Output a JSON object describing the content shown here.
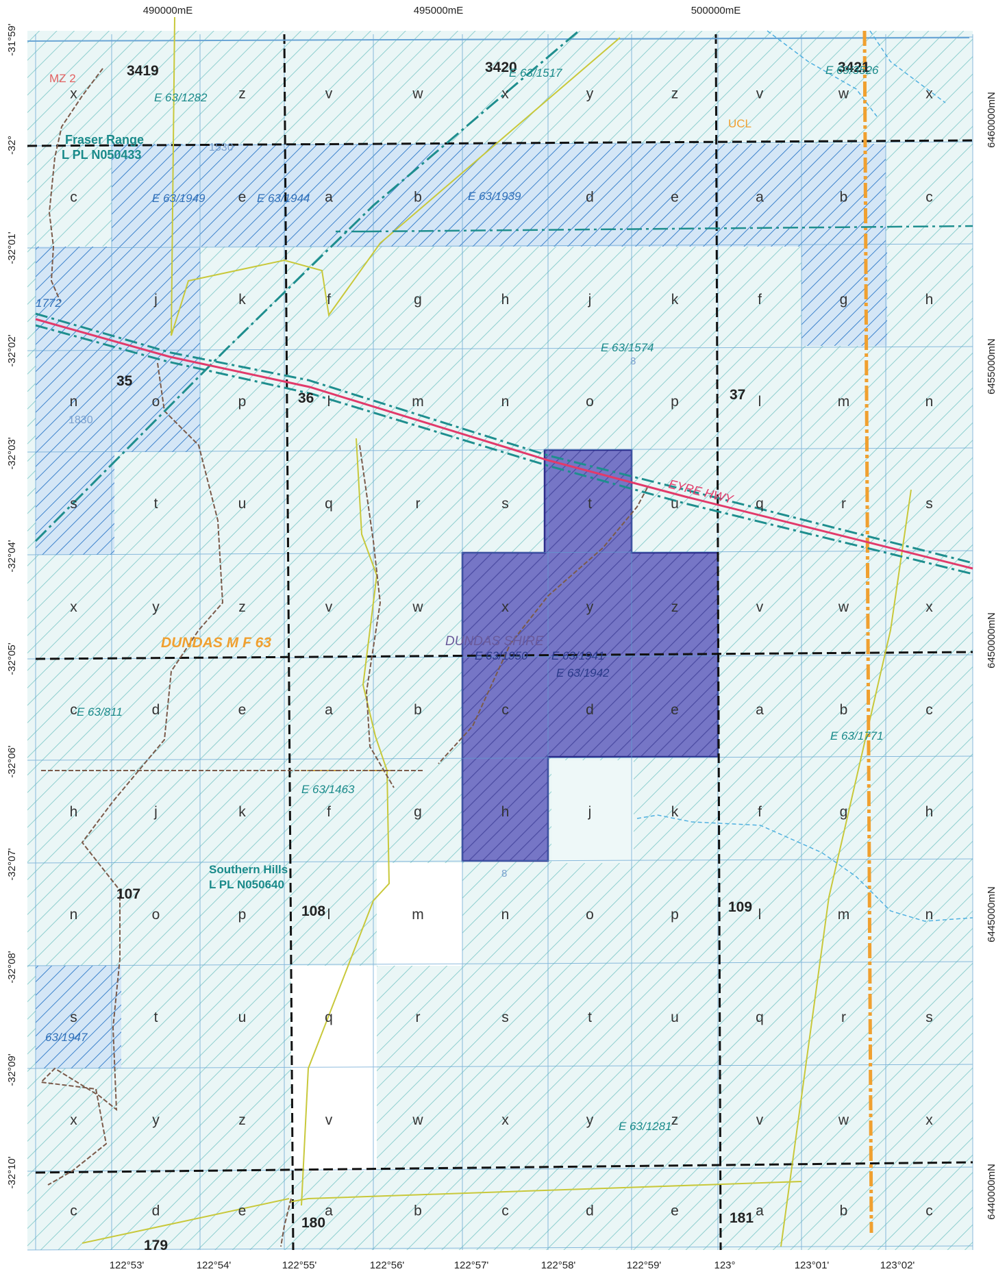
{
  "map": {
    "top_easting_labels": [
      "490000mE",
      "495000mE",
      "500000mE"
    ],
    "right_northing_labels": [
      "6460000mN",
      "6455000mN",
      "6450000mN",
      "6445000mN",
      "6440000mN"
    ],
    "left_latitude_labels": [
      "-31°59'",
      "-32°",
      "-32°01'",
      "-32°02'",
      "-32°03'",
      "-32°04'",
      "-32°05'",
      "-32°06'",
      "-32°07'",
      "-32°08'",
      "-32°09'",
      "-32°10'"
    ],
    "bottom_longitude_labels": [
      "122°53'",
      "122°54'",
      "122°55'",
      "122°56'",
      "122°57'",
      "122°58'",
      "122°59'",
      "123°",
      "123°01'",
      "123°02'"
    ],
    "block_letters": [
      [
        "x",
        "",
        "z",
        "v",
        "w",
        "x",
        "y",
        "z",
        "v",
        "w",
        "x"
      ],
      [
        "c",
        "",
        "e",
        "a",
        "b",
        "",
        "d",
        "e",
        "a",
        "b",
        "c"
      ],
      [
        "",
        "j",
        "k",
        "f",
        "g",
        "h",
        "j",
        "k",
        "f",
        "g",
        "h"
      ],
      [
        "n",
        "o",
        "p",
        "l",
        "m",
        "n",
        "o",
        "p",
        "l",
        "m",
        "n"
      ],
      [
        "s",
        "t",
        "u",
        "q",
        "r",
        "s",
        "t",
        "u",
        "q",
        "r",
        "s"
      ],
      [
        "x",
        "y",
        "z",
        "v",
        "w",
        "x",
        "y",
        "z",
        "v",
        "w",
        "x"
      ],
      [
        "c",
        "d",
        "e",
        "a",
        "b",
        "c",
        "d",
        "e",
        "a",
        "b",
        "c"
      ],
      [
        "h",
        "j",
        "k",
        "f",
        "g",
        "h",
        "j",
        "k",
        "f",
        "g",
        "h"
      ],
      [
        "n",
        "o",
        "p",
        "l",
        "m",
        "n",
        "o",
        "p",
        "l",
        "m",
        "n"
      ],
      [
        "s",
        "t",
        "u",
        "q",
        "r",
        "s",
        "t",
        "u",
        "q",
        "r",
        "s"
      ],
      [
        "x",
        "y",
        "z",
        "v",
        "w",
        "x",
        "y",
        "z",
        "v",
        "w",
        "x"
      ],
      [
        "c",
        "d",
        "e",
        "a",
        "b",
        "c",
        "d",
        "e",
        "a",
        "b",
        "c"
      ]
    ],
    "block_numbers": [
      "3419",
      "3420",
      "3421",
      "35",
      "36",
      "37",
      "107",
      "108",
      "109",
      "179",
      "180",
      "181"
    ],
    "tenements": [
      "E 63/1282",
      "E 63/1517",
      "E 69/3526",
      "E 63/1949",
      "E 63/1944",
      "E 63/1939",
      "E 63/1574",
      "E 63/811",
      "E 63/1463",
      "E 63/1771",
      "63/1947",
      "E 63/1281",
      "E 63/1950",
      "E 63/1941",
      "E 63/1942",
      "1772"
    ],
    "other_labels": {
      "mz2": "MZ 2",
      "fraser_range_1": "Fraser Range",
      "fraser_range_2": "L PL   N050433",
      "southern_hills_1": "Southern Hills",
      "southern_hills_2": "L PL   N050640",
      "ucl": "UCL",
      "dundas_mf": "DUNDAS M F 63",
      "dundas_shire": "DUNDAS SHIRE",
      "eyre_hwy": "EYRE HWY",
      "num_1530": "1530",
      "num_1830": "1830",
      "num_8a": "8",
      "num_8b": "8"
    },
    "colors": {
      "hatch_light": "#7ec7c7",
      "hatch_blue": "#3f86cf",
      "selected_fill": "#6f6fc2",
      "selected_border": "#2c2c8a",
      "highway_red": "#e23a6a",
      "highway_teal": "#1e8e8e",
      "boundary_brown": "#7a5a4a",
      "yellow_line": "#c8c83a",
      "orange_line": "#f0a030",
      "grid_black": "#111111",
      "grid_blue": "#5d9fd0"
    }
  }
}
